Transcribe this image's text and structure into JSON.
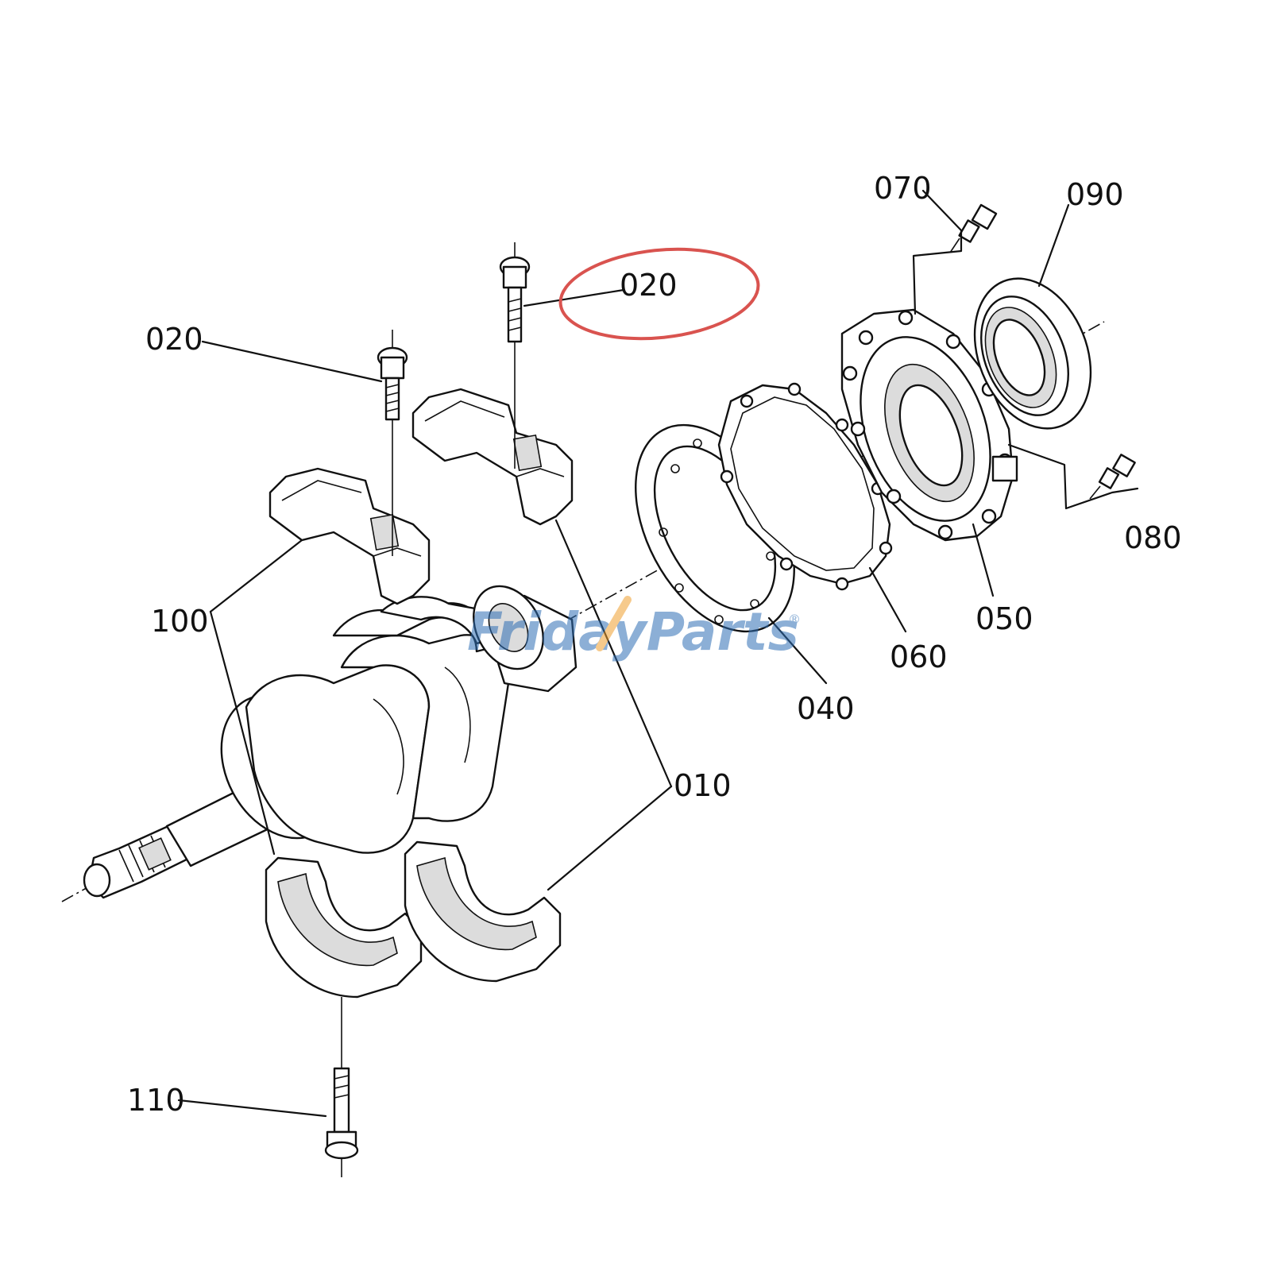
{
  "callouts": {
    "c010": "010",
    "c020a": "020",
    "c020b": "020",
    "c040": "040",
    "c050": "050",
    "c060": "060",
    "c070": "070",
    "c080": "080",
    "c090": "090",
    "c100": "100",
    "c110": "110"
  },
  "highlight_color": "#d9534f",
  "watermark": {
    "part1": "Friday",
    "part2": "Parts",
    "mark": "®",
    "color_blue": "#2f6fb5",
    "color_orange": "#f0a030"
  }
}
